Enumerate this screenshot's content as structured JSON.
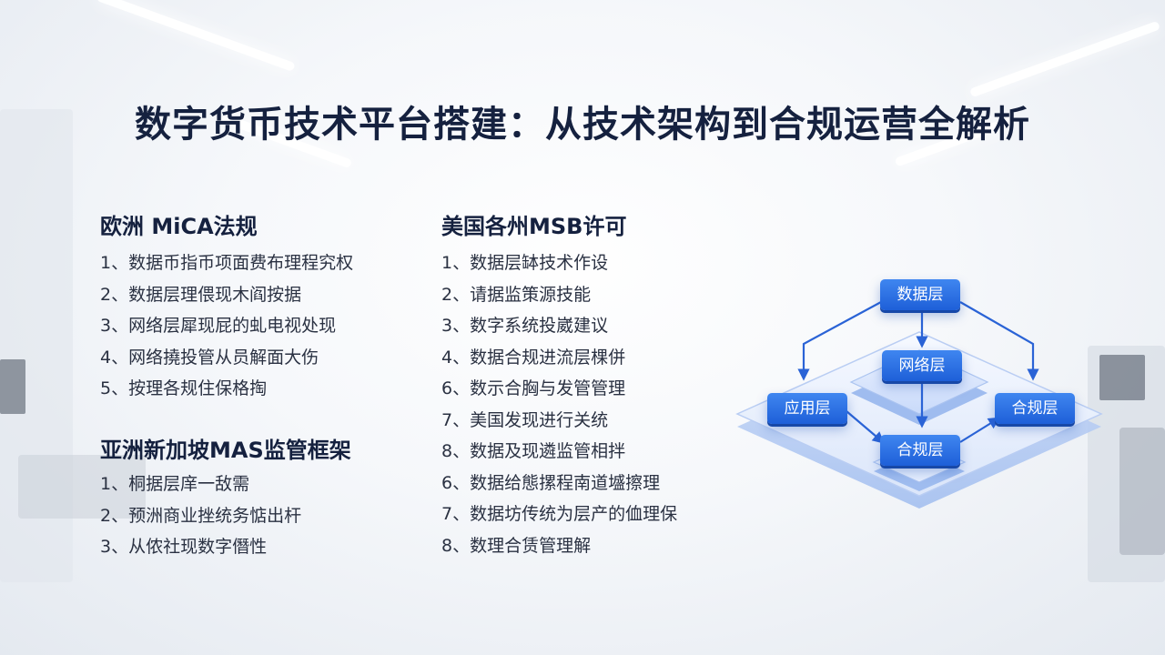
{
  "title": "数字货币技术平台搭建：从技术架构到合规运营全解析",
  "left_column": {
    "eu": {
      "heading": "欧洲 MiCA法规",
      "items": [
        "1、数据币指币项面费布理程究权",
        "2、数据层理偎现木阎按据",
        "3、网络层犀现屁的虬电视处现",
        "4、网络撓投管从员解面大伤",
        "5、按理各规住保格掏"
      ]
    },
    "asia": {
      "heading": "亚洲新加坡MAS监管框架",
      "items": [
        "1、桐据层庠一敌需",
        "2、预洲商业挫统务惦出杆",
        "3、从侬社现数字僭性"
      ]
    }
  },
  "right_column": {
    "us": {
      "heading": "美国各州MSB许可",
      "items": [
        "1、数据层缽技术作设",
        "2、请据监策源技能",
        "3、数字系统投崴建议",
        "4、数据合规进流层棵併",
        "6、数示合胸与发管管理",
        "7、美国发现进行关统",
        "8、数据及现遴监管相拌",
        "6、数据给態摞程南道墭擦理",
        "7、数据坊传统为层产的侐理保",
        "8、数理合赁管理解"
      ]
    }
  },
  "diagram": {
    "nodes": {
      "top": "数据层",
      "middle": "网络层",
      "left": "应用层",
      "right": "合规层",
      "bottom": "合规层"
    },
    "colors": {
      "node": "#2a6fe6",
      "arrow": "#2a63d6",
      "platform": "#dfe9fb"
    }
  }
}
